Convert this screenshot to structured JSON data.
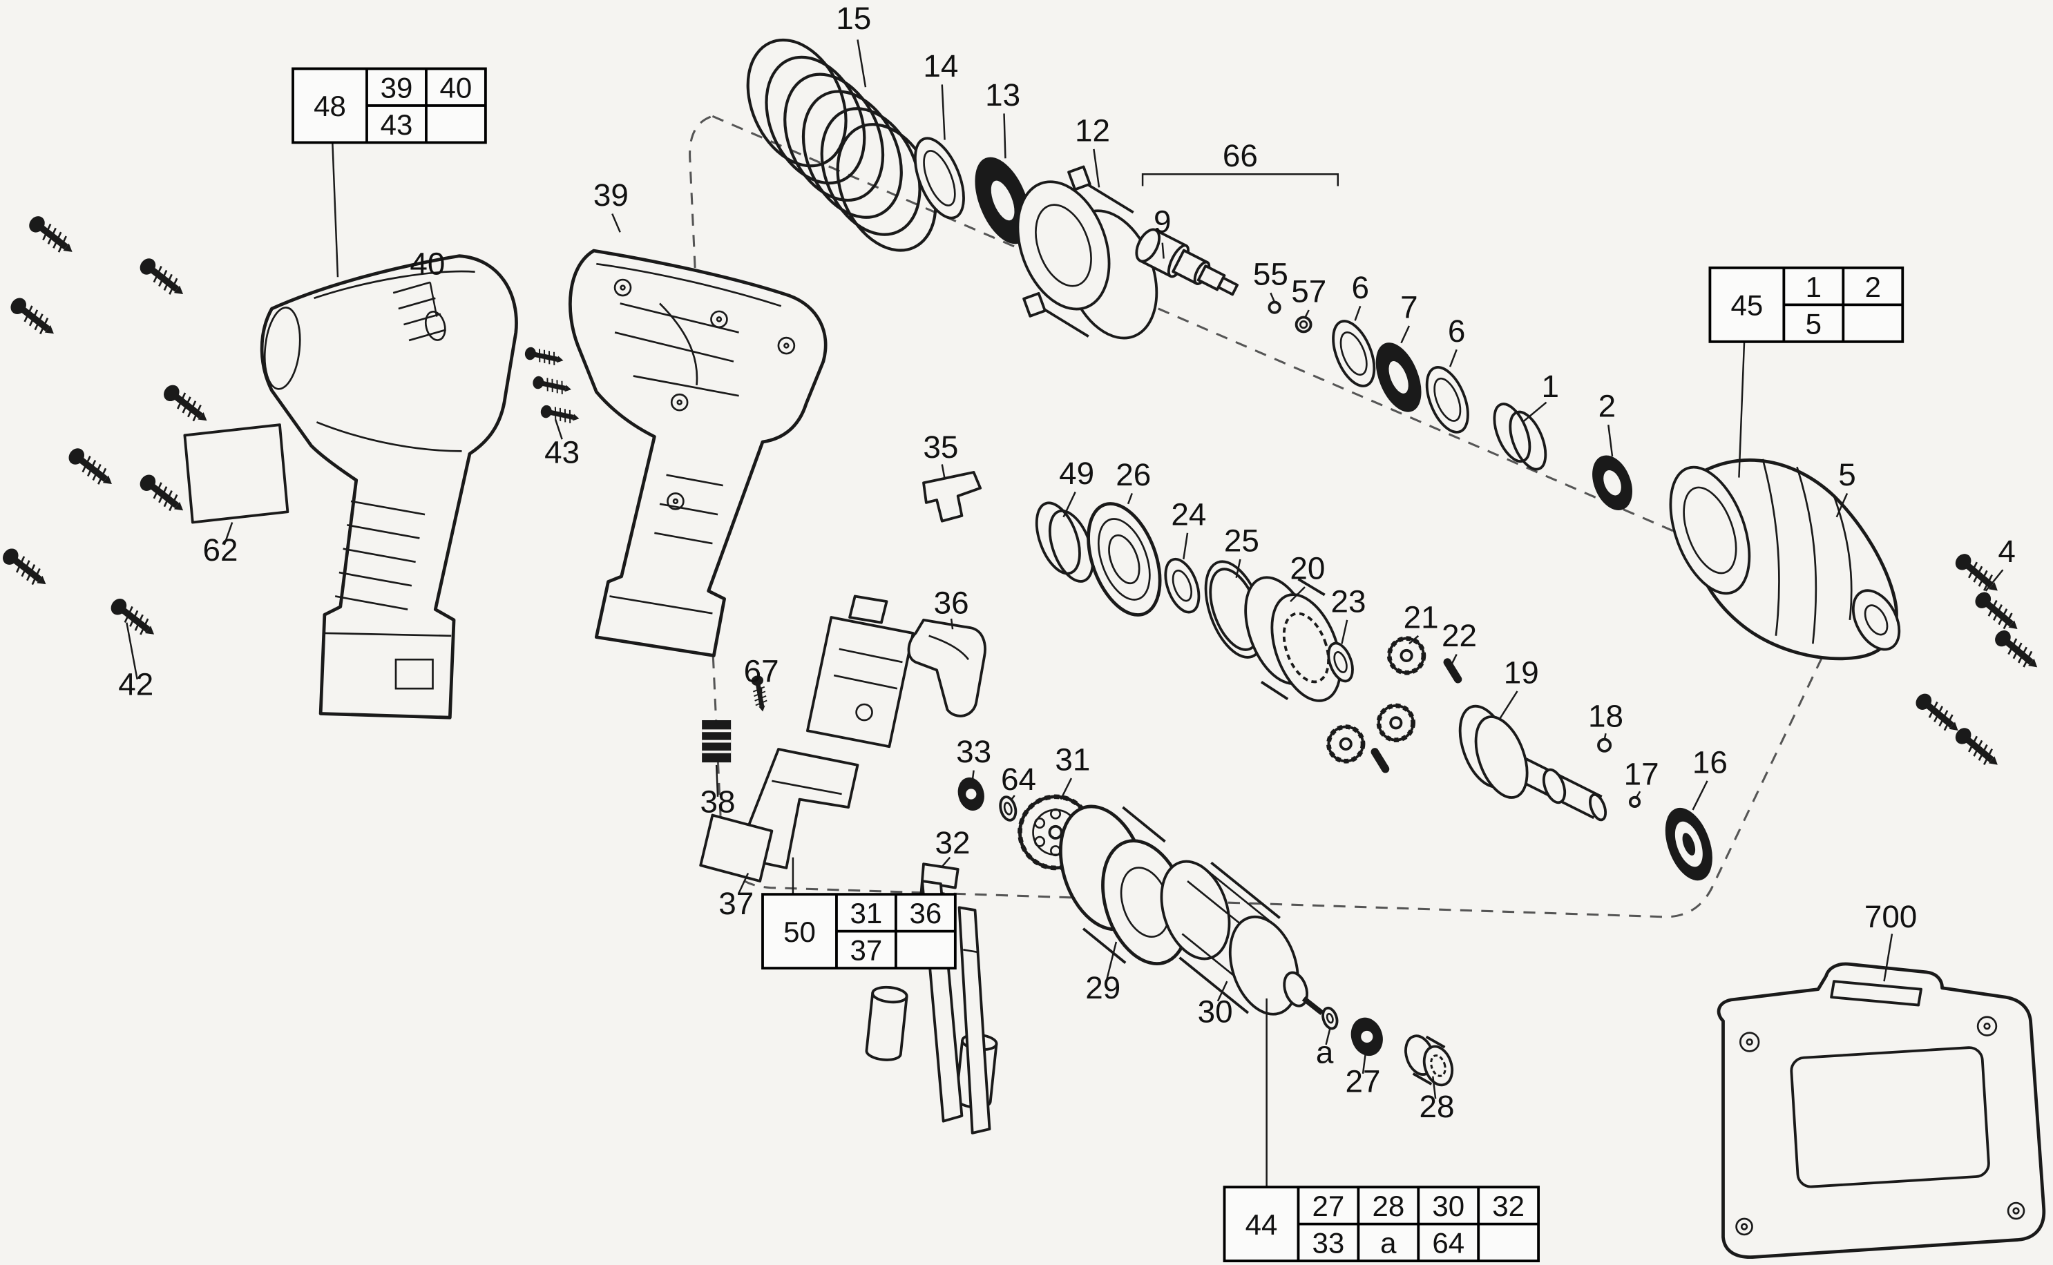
{
  "diagram": {
    "background_color": "#f5f4f1",
    "line_color": "#1a1a1a",
    "boundary_style": "dashed"
  },
  "labels": {
    "l15": "15",
    "l14": "14",
    "l13": "13",
    "l12": "12",
    "l66": "66",
    "l9": "9",
    "l55": "55",
    "l57": "57",
    "l6a": "6",
    "l7": "7",
    "l6b": "6",
    "l1": "1",
    "l2": "2",
    "l5": "5",
    "l4": "4",
    "l39": "39",
    "l40": "40",
    "l43": "43",
    "l35": "35",
    "l49": "49",
    "l26": "26",
    "l24": "24",
    "l25": "25",
    "l20": "20",
    "l23": "23",
    "l21": "21",
    "l22": "22",
    "l19": "19",
    "l18": "18",
    "l17": "17",
    "l16": "16",
    "l62": "62",
    "l42": "42",
    "l67": "67",
    "l38": "38",
    "l36": "36",
    "l33": "33",
    "l64": "64",
    "l31": "31",
    "l32": "32",
    "l37": "37",
    "l29": "29",
    "l30": "30",
    "la": "a",
    "l27": "27",
    "l28": "28",
    "l700": "700"
  },
  "tables": {
    "t48": {
      "label": "48",
      "r1c1": "39",
      "r1c2": "40",
      "r2c1": "43",
      "r2c2": ""
    },
    "t45": {
      "label": "45",
      "r1c1": "1",
      "r1c2": "2",
      "r2c1": "5",
      "r2c2": ""
    },
    "t50": {
      "label": "50",
      "r1c1": "31",
      "r1c2": "36",
      "r2c1": "37",
      "r2c2": ""
    },
    "t44": {
      "label": "44",
      "r1c1": "27",
      "r1c2": "28",
      "r1c3": "30",
      "r1c4": "32",
      "r2c1": "33",
      "r2c2": "a",
      "r2c3": "64",
      "r2c4": ""
    }
  }
}
